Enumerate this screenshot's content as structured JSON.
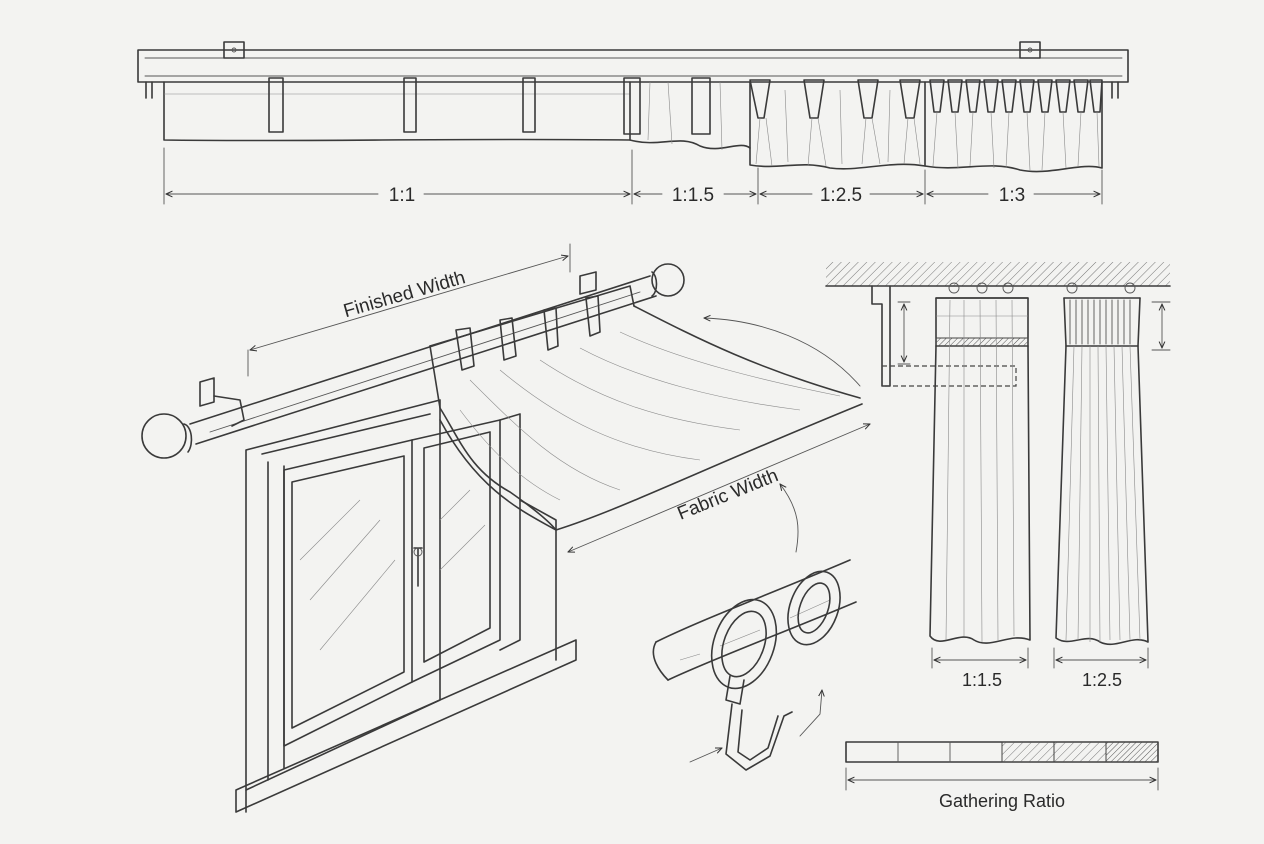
{
  "diagram": {
    "track_ratios": [
      "1:1",
      "1:1.5",
      "1:2.5",
      "1:3"
    ],
    "finished_width_label": "Finished Width",
    "fabric_width_label": "Fabric Width",
    "panel_ratios": [
      "1:1.5",
      "1:2.5"
    ],
    "gathering_label": "Gathering Ratio"
  }
}
